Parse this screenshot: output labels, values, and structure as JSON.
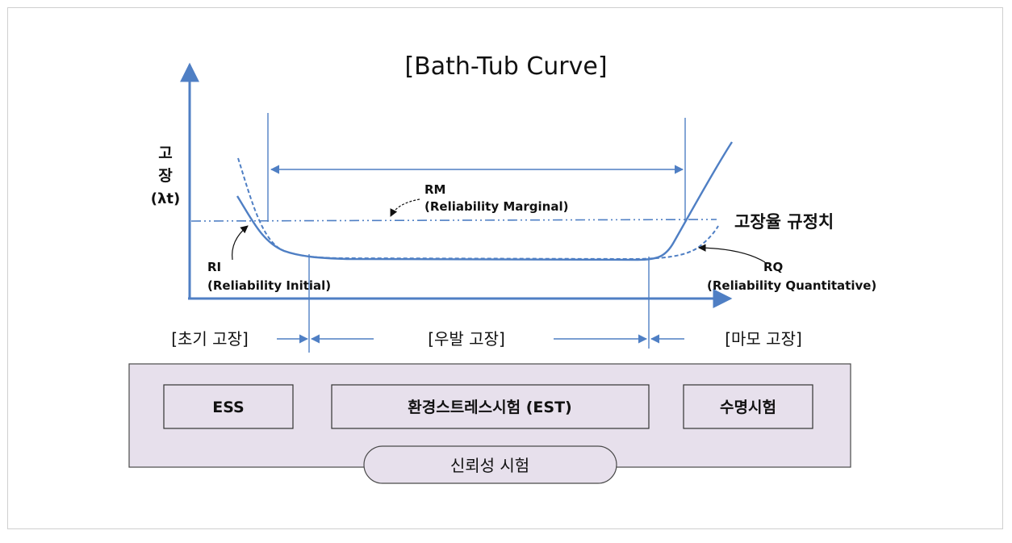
{
  "title": "[Bath-Tub Curve]",
  "y_axis_label": [
    "고",
    "장",
    "(λt)"
  ],
  "threshold_label": "고장율 규정치",
  "annotations": {
    "rm": [
      "RM",
      "(Reliability Marginal)"
    ],
    "ri": [
      "RI",
      "(Reliability Initial)"
    ],
    "rq": [
      "RQ",
      "(Reliability Quantitative)"
    ]
  },
  "phases": {
    "early": "[초기 고장]",
    "random": "[우발 고장]",
    "wearout": "[마모 고장]"
  },
  "tests": {
    "ess": "ESS",
    "est": "환경스트레스시험 (EST)",
    "life": "수명시험"
  },
  "footer_label": "신뢰성 시험",
  "colors": {
    "line": "#4f7fc4",
    "text": "#111111",
    "panel_fill": "#e7e0ec",
    "panel_border": "#4a4a4a",
    "frame_border": "#cfcfcf"
  }
}
